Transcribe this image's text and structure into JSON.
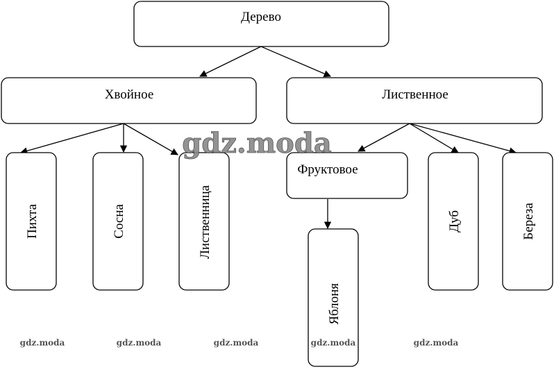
{
  "diagram": {
    "root": "Дерево",
    "categories": [
      "Хвойное",
      "Лиственное"
    ],
    "conifers": [
      "Пихта",
      "Сосна",
      "Лиственница"
    ],
    "deciduous": {
      "fruit": "Фруктовое",
      "fruit_children": [
        "Яблоня"
      ],
      "others": [
        "Дуб",
        "Береза"
      ]
    }
  },
  "watermark": {
    "big": "gdz.moda",
    "small": [
      "gdz.moda",
      "gdz.moda",
      "gdz.moda",
      "gdz.moda",
      "gdz.moda"
    ]
  }
}
